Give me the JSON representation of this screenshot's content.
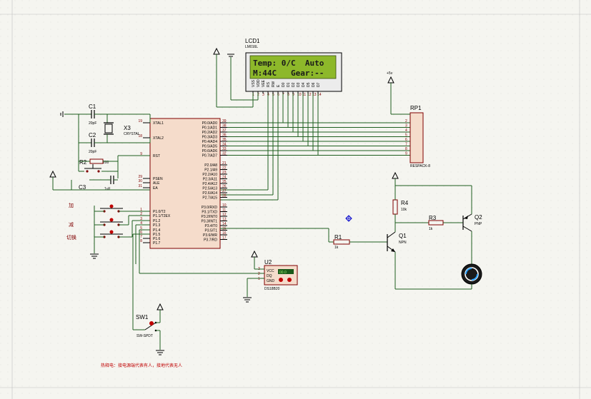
{
  "lcd": {
    "ref": "LCD1",
    "model": "LM016L",
    "line1": "Temp: 0/C  Auto",
    "line2": "M:44C   Gear:--",
    "pins": [
      "VSS",
      "VDD",
      "VEE",
      "RS",
      "RW",
      "E",
      "D0",
      "D1",
      "D2",
      "D3",
      "D4",
      "D5",
      "D6",
      "D7"
    ],
    "pin_nums": [
      "1",
      "2",
      "3",
      "4",
      "5",
      "6",
      "7",
      "8",
      "9",
      "10",
      "11",
      "12",
      "13",
      "14"
    ]
  },
  "mcu": {
    "left_pins": [
      {
        "num": "19",
        "name": "XTAL1"
      },
      {
        "num": "18",
        "name": "XTAL2"
      },
      {
        "num": "9",
        "name": "RST"
      },
      {
        "num": "29",
        "name": "PSEN"
      },
      {
        "num": "30",
        "name": "ALE"
      },
      {
        "num": "31",
        "name": "EA"
      },
      {
        "num": "1",
        "name": "P1.0/T2"
      },
      {
        "num": "2",
        "name": "P1.1/T2EX"
      },
      {
        "num": "3",
        "name": "P1.2"
      },
      {
        "num": "4",
        "name": "P1.3"
      },
      {
        "num": "5",
        "name": "P1.4"
      },
      {
        "num": "6",
        "name": "P1.5"
      },
      {
        "num": "7",
        "name": "P1.6"
      },
      {
        "num": "8",
        "name": "P1.7"
      }
    ],
    "right_pins": [
      {
        "num": "39",
        "name": "P0.0/AD0"
      },
      {
        "num": "38",
        "name": "P0.1/AD1"
      },
      {
        "num": "37",
        "name": "P0.2/AD2"
      },
      {
        "num": "36",
        "name": "P0.3/AD3"
      },
      {
        "num": "35",
        "name": "P0.4/AD4"
      },
      {
        "num": "34",
        "name": "P0.5/AD5"
      },
      {
        "num": "33",
        "name": "P0.6/AD6"
      },
      {
        "num": "32",
        "name": "P0.7/AD7"
      },
      {
        "num": "21",
        "name": "P2.0/A8"
      },
      {
        "num": "22",
        "name": "P2.1/A9"
      },
      {
        "num": "23",
        "name": "P2.2/A10"
      },
      {
        "num": "24",
        "name": "P2.3/A11"
      },
      {
        "num": "25",
        "name": "P2.4/A12"
      },
      {
        "num": "26",
        "name": "P2.5/A13"
      },
      {
        "num": "27",
        "name": "P2.6/A14"
      },
      {
        "num": "28",
        "name": "P2.7/A15"
      },
      {
        "num": "10",
        "name": "P3.0/RXD"
      },
      {
        "num": "11",
        "name": "P3.1/TXD"
      },
      {
        "num": "12",
        "name": "P3.2/INT0"
      },
      {
        "num": "13",
        "name": "P3.3/INT1"
      },
      {
        "num": "14",
        "name": "P3.4/T0"
      },
      {
        "num": "15",
        "name": "P3.5/T1"
      },
      {
        "num": "16",
        "name": "P3.6/WR"
      },
      {
        "num": "17",
        "name": "P3.7/RD"
      }
    ]
  },
  "components": {
    "c1": {
      "ref": "C1",
      "value": "20pF"
    },
    "c2": {
      "ref": "C2",
      "value": "20pF"
    },
    "c3": {
      "ref": "C3",
      "value": "1uF"
    },
    "x3": {
      "ref": "X3",
      "value": "CRYSTAL"
    },
    "r2": {
      "ref": "R2",
      "value": "200"
    },
    "rp1": {
      "ref": "RP1",
      "value": "RESPACK-8",
      "pins": [
        "2",
        "3",
        "4",
        "5",
        "6",
        "7",
        "8",
        "9"
      ]
    },
    "u2": {
      "ref": "U2",
      "value": "DS18B20",
      "pins": [
        "VCC",
        "DQ",
        "GND"
      ],
      "pin_nums": [
        "3",
        "2",
        "1"
      ],
      "display": "00.0"
    },
    "r1": {
      "ref": "R1",
      "value": "1k"
    },
    "r3": {
      "ref": "R3",
      "value": "1k"
    },
    "r4": {
      "ref": "R4",
      "value": "10k"
    },
    "q1": {
      "ref": "Q1",
      "value": "NPN"
    },
    "q2": {
      "ref": "Q2",
      "value": "PNP"
    },
    "sw1": {
      "ref": "SW1",
      "value": "SW-SPDT"
    },
    "power": "+5v"
  },
  "buttons": {
    "add": "加",
    "sub": "减",
    "switch": "切换"
  },
  "note": "热释电：接电源端代表有人，接地代表无人",
  "colors": {
    "wire": "#1f5f1f",
    "lcd_bg": "#8db82a",
    "chip_fill": "#f5dccb",
    "chip_stroke": "#800000",
    "label_red": "#800000"
  }
}
